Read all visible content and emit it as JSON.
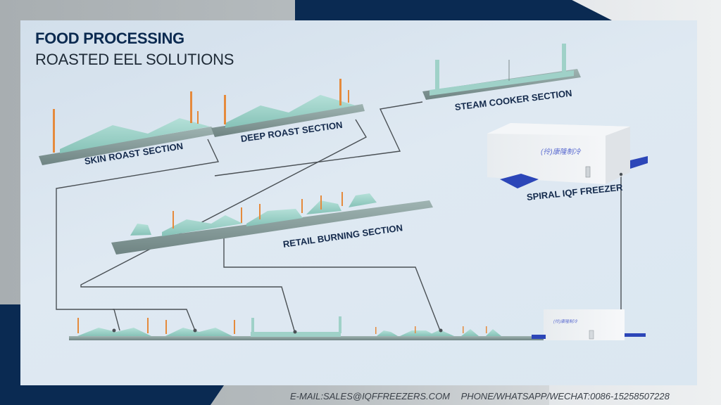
{
  "header": {
    "title": "FOOD PROCESSING",
    "subtitle": "ROASTED EEL SOLUTIONS"
  },
  "sections": [
    {
      "id": "skin-roast",
      "label": "SKIN ROAST SECTION"
    },
    {
      "id": "deep-roast",
      "label": "DEEP ROAST SECTION"
    },
    {
      "id": "steam-cooker",
      "label": "STEAM COOKER SECTION"
    },
    {
      "id": "spiral-iqf-freezer",
      "label": "SPIRAL IQF FREEZER"
    },
    {
      "id": "retail-burning",
      "label": "RETAIL BURNING SECTION"
    }
  ],
  "freezer_brand_text": "(彾)康隆制冷",
  "footer": {
    "email": "E-MAIL:SALES@IQFFREEZERS.COM",
    "phone": "PHONE/WHATSAPP/WECHAT:0086-15258507228"
  },
  "colors": {
    "navy": "#0a2a52",
    "equipment": "#9fd1c8",
    "chimney": "#e58a3c",
    "belt": "#2c46b8"
  }
}
